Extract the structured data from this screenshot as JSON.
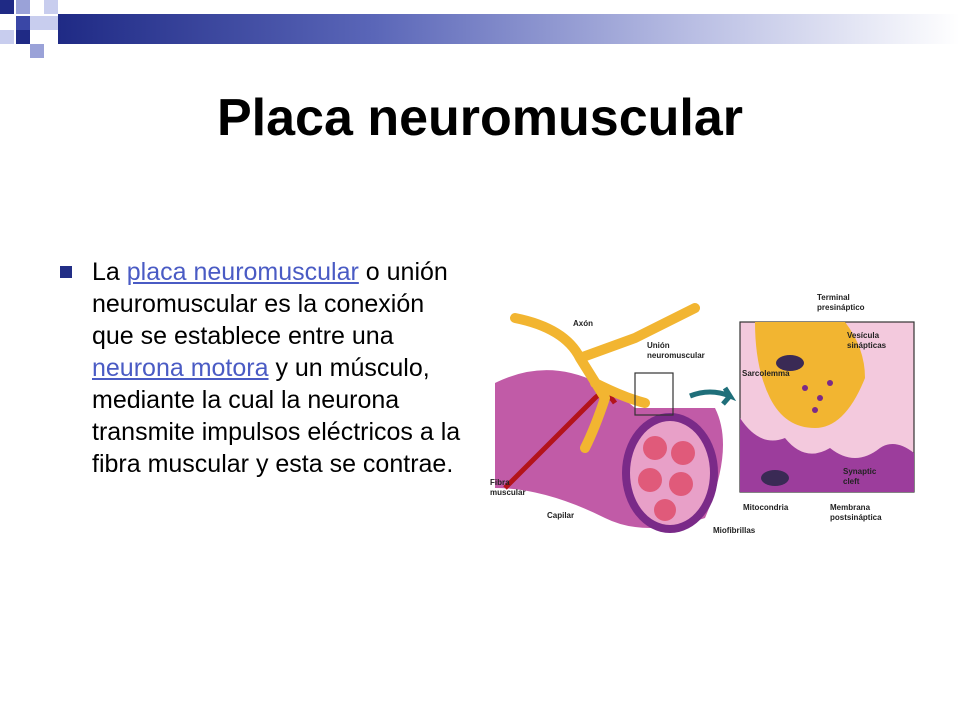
{
  "slide": {
    "title": "Placa neuromuscular",
    "paragraph": {
      "t1": "La ",
      "link1": "placa neuromuscular",
      "t2": " o unión neuromuscular es la conexión que se establece entre una ",
      "link2": "neurona motora",
      "t3": " y un músculo, mediante la cual la neurona transmite impulsos eléctricos a la fibra muscular y esta se contrae."
    }
  },
  "diagram": {
    "labels": {
      "axon": "Axón",
      "union": "Unión",
      "neuromuscular": "neuromuscular",
      "fibra": "Fibra",
      "muscular": "muscular",
      "capilar": "Capilar",
      "miofibrillas": "Miofibrillas",
      "terminal": "Terminal",
      "presinaptico": "presináptico",
      "vesicula": "Vesícula",
      "sinapticas": "sinápticas",
      "sarcolemma": "Sarcolemma",
      "synaptic": "Synaptic",
      "cleft": "cleft",
      "mitocondria": "Mitocondria",
      "membrana": "Membrana",
      "postsinaptica": "postsináptica"
    }
  },
  "colors": {
    "bullet": "#222e86",
    "link": "#4a5bc4",
    "bar_dark": "#1f2a85"
  }
}
